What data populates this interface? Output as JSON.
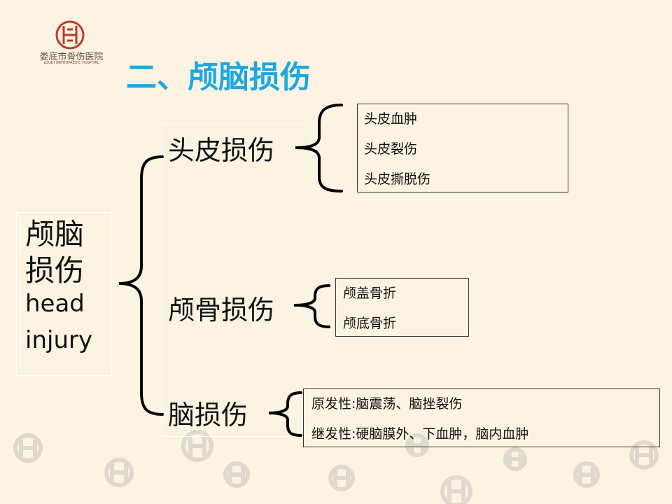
{
  "header": {
    "logo_cn": "娄底市骨伤医院",
    "logo_en": "LOUDI ORTHOPAEDIC HOSPITAL",
    "title": "二、颅脑损伤"
  },
  "root": {
    "line1": "颅脑",
    "line2": "损伤",
    "line3": "head",
    "line4": "injury"
  },
  "categories": {
    "scalp": {
      "label": "头皮损伤",
      "items": [
        "头皮血肿",
        "头皮裂伤",
        "头皮撕脱伤"
      ]
    },
    "skull": {
      "label": "颅骨损伤",
      "items": [
        "颅盖骨折",
        "颅底骨折"
      ]
    },
    "brain": {
      "label": "脑损伤",
      "items": [
        "原发性:脑震荡、脑挫裂伤",
        "继发性:硬脑膜外、下血肿，脑内血肿"
      ]
    }
  },
  "colors": {
    "background": "#fcf3e3",
    "title": "#1ea8e0",
    "logo": "#c0392b",
    "watermark": "#d9d3cc"
  }
}
